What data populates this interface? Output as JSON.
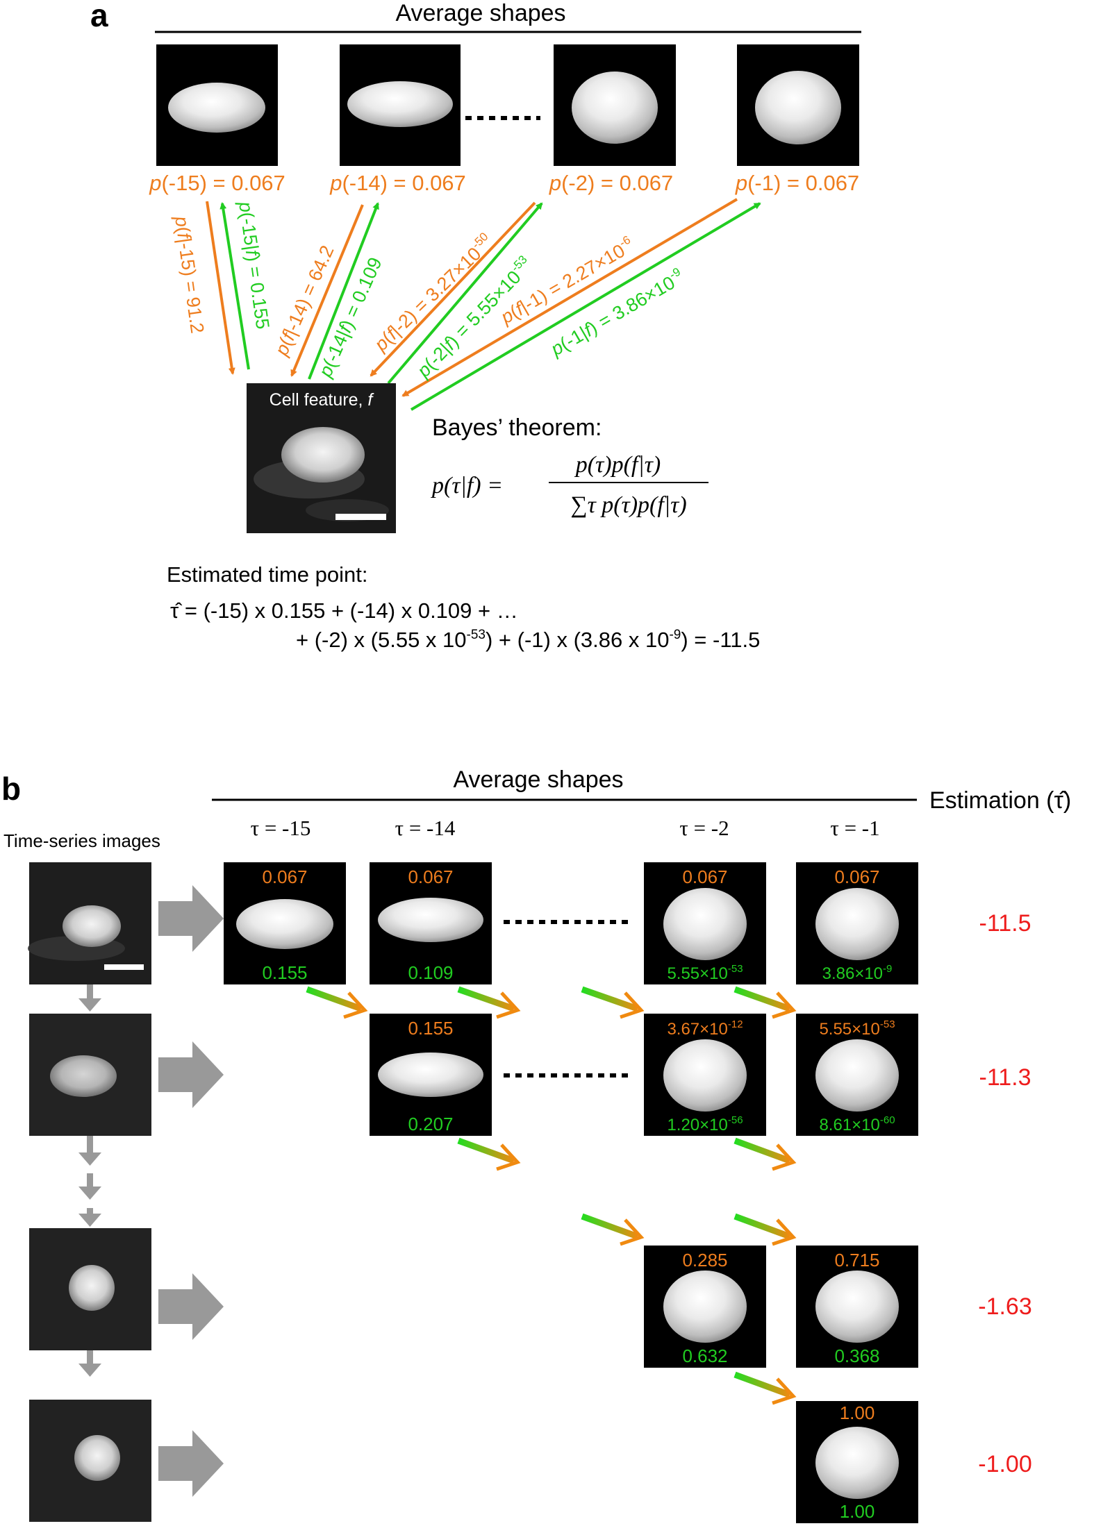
{
  "panel_a": {
    "label": "a",
    "header": "Average shapes",
    "priors": [
      {
        "arg": "(-15) = 0.067",
        "p": "p"
      },
      {
        "arg": "(-14) = 0.067",
        "p": "p"
      },
      {
        "arg": "(-2) = 0.067",
        "p": "p"
      },
      {
        "arg": "(-1) = 0.067",
        "p": "p"
      }
    ],
    "likelihoods": [
      {
        "p": "p",
        "f": "f",
        "a": "(",
        "b": "|-15) = 91.2"
      },
      {
        "p": "p",
        "f": "f",
        "a": "(",
        "b": "|-14) = 64.2"
      },
      {
        "p": "p",
        "f": "f",
        "a": "(",
        "b": "|-2) = 3.27×10",
        "exp": "-50"
      },
      {
        "p": "p",
        "f": "f",
        "a": "(",
        "b": "|-1) = 2.27×10",
        "exp": "-6"
      }
    ],
    "posteriors": [
      {
        "p": "p",
        "a": "(-15|",
        "f": "f",
        "b": ") = 0.155"
      },
      {
        "p": "p",
        "a": "(-14|",
        "f": "f",
        "b": ") = 0.109"
      },
      {
        "p": "p",
        "a": "(-2|",
        "f": "f",
        "b": ") = 5.55×10",
        "exp": "-53"
      },
      {
        "p": "p",
        "a": "(-1|",
        "f": "f",
        "b": ") = 3.86×10",
        "exp": "-9"
      }
    ],
    "cell_label": "Cell feature, ",
    "cell_label_var": "f",
    "bayes_title": "Bayes’ theorem:",
    "bayes_lhs": "p(τ|f) =",
    "bayes_num": "p(τ)p(f|τ)",
    "bayes_den": "∑τ p(τ)p(f|τ)",
    "estimate_title": "Estimated time point:",
    "estimate_line1": "τ̂ = (-15) x 0.155 + (-14) x 0.109 + …",
    "estimate_line2a": "+ (-2) x (5.55 x 10",
    "estimate_line2a_exp": "-53",
    "estimate_line2b": ") + (-1) x (3.86 x 10",
    "estimate_line2b_exp": "-9",
    "estimate_line2c": ") = -11.5"
  },
  "panel_b": {
    "label": "b",
    "header": "Average shapes",
    "estimation_header": "Estimation (τ̂)",
    "timeseries_label": "Time-series images",
    "columns": [
      "τ = -15",
      "τ = -14",
      "τ = -2",
      "τ = -1"
    ],
    "rows": [
      {
        "estimate": "-11.5",
        "cells": [
          {
            "top": "0.067",
            "bottom": "0.155"
          },
          {
            "top": "0.067",
            "bottom": "0.109"
          },
          {
            "top": "0.067",
            "bottom": "5.55×10",
            "bottom_exp": "-53"
          },
          {
            "top": "0.067",
            "bottom": "3.86×10",
            "bottom_exp": "-9"
          }
        ]
      },
      {
        "estimate": "-11.3",
        "cells": [
          {
            "top": "0.155",
            "bottom": "0.207"
          },
          {
            "top": "3.67×10",
            "top_exp": "-12",
            "bottom": "1.20×10",
            "bottom_exp": "-56"
          },
          {
            "top": "5.55×10",
            "top_exp": "-53",
            "bottom": "8.61×10",
            "bottom_exp": "-60"
          }
        ]
      },
      {
        "estimate": "-1.63",
        "cells": [
          {
            "top": "0.285",
            "bottom": "0.632"
          },
          {
            "top": "0.715",
            "bottom": "0.368"
          }
        ]
      },
      {
        "estimate": "-1.00",
        "cells": [
          {
            "top": "1.00",
            "bottom": "1.00"
          }
        ]
      }
    ]
  },
  "colors": {
    "orange": "#ee7d1e",
    "green": "#21cc21",
    "red": "#ee1c1c",
    "gray_arrow": "#999999"
  }
}
